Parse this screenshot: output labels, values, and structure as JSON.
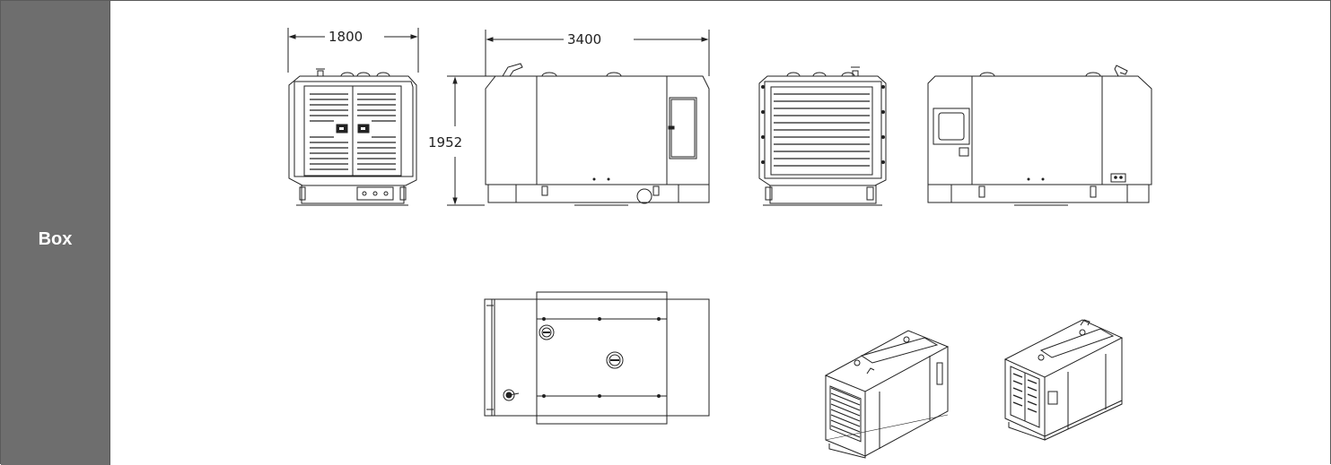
{
  "sidebar": {
    "label": "Box"
  },
  "dimensions": {
    "width": "1800",
    "length": "3400",
    "height": "1952"
  },
  "views": [
    "front-view",
    "side-view-left",
    "rear-view",
    "side-view-right",
    "top-view",
    "iso-view-rear",
    "iso-view-front"
  ],
  "colors": {
    "sidebar": "#6e6e6e",
    "line": "#222222",
    "border": "#5a5a5a"
  }
}
